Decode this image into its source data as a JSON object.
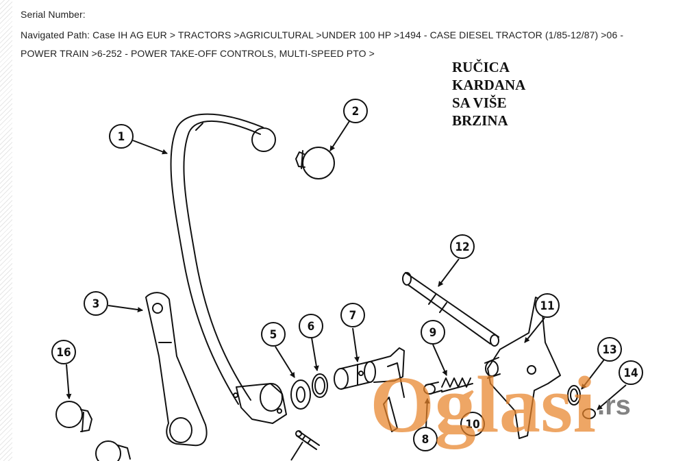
{
  "header": {
    "serial_label": "Serial Number:",
    "path_line1": "Navigated Path: Case IH AG EUR > TRACTORS >AGRICULTURAL >UNDER 100 HP >1494 - CASE DIESEL TRACTOR (1/85-12/87) >06 -",
    "path_line2": "POWER TRAIN >6-252 - POWER TAKE-OFF CONTROLS, MULTI-SPEED PTO >"
  },
  "title_lines": [
    "RUČICA",
    "KARDANA",
    "SA VIŠE",
    "BRZINA"
  ],
  "callouts": [
    "1",
    "2",
    "3",
    "5",
    "6",
    "7",
    "9",
    "11",
    "12",
    "13",
    "14",
    "16",
    "8",
    "10"
  ],
  "watermark": {
    "main": "Oglasi",
    "tld": ".rs"
  },
  "colors": {
    "watermark": "#e8832a",
    "watermark_tld": "#6d6d6d",
    "ink": "#111111"
  }
}
